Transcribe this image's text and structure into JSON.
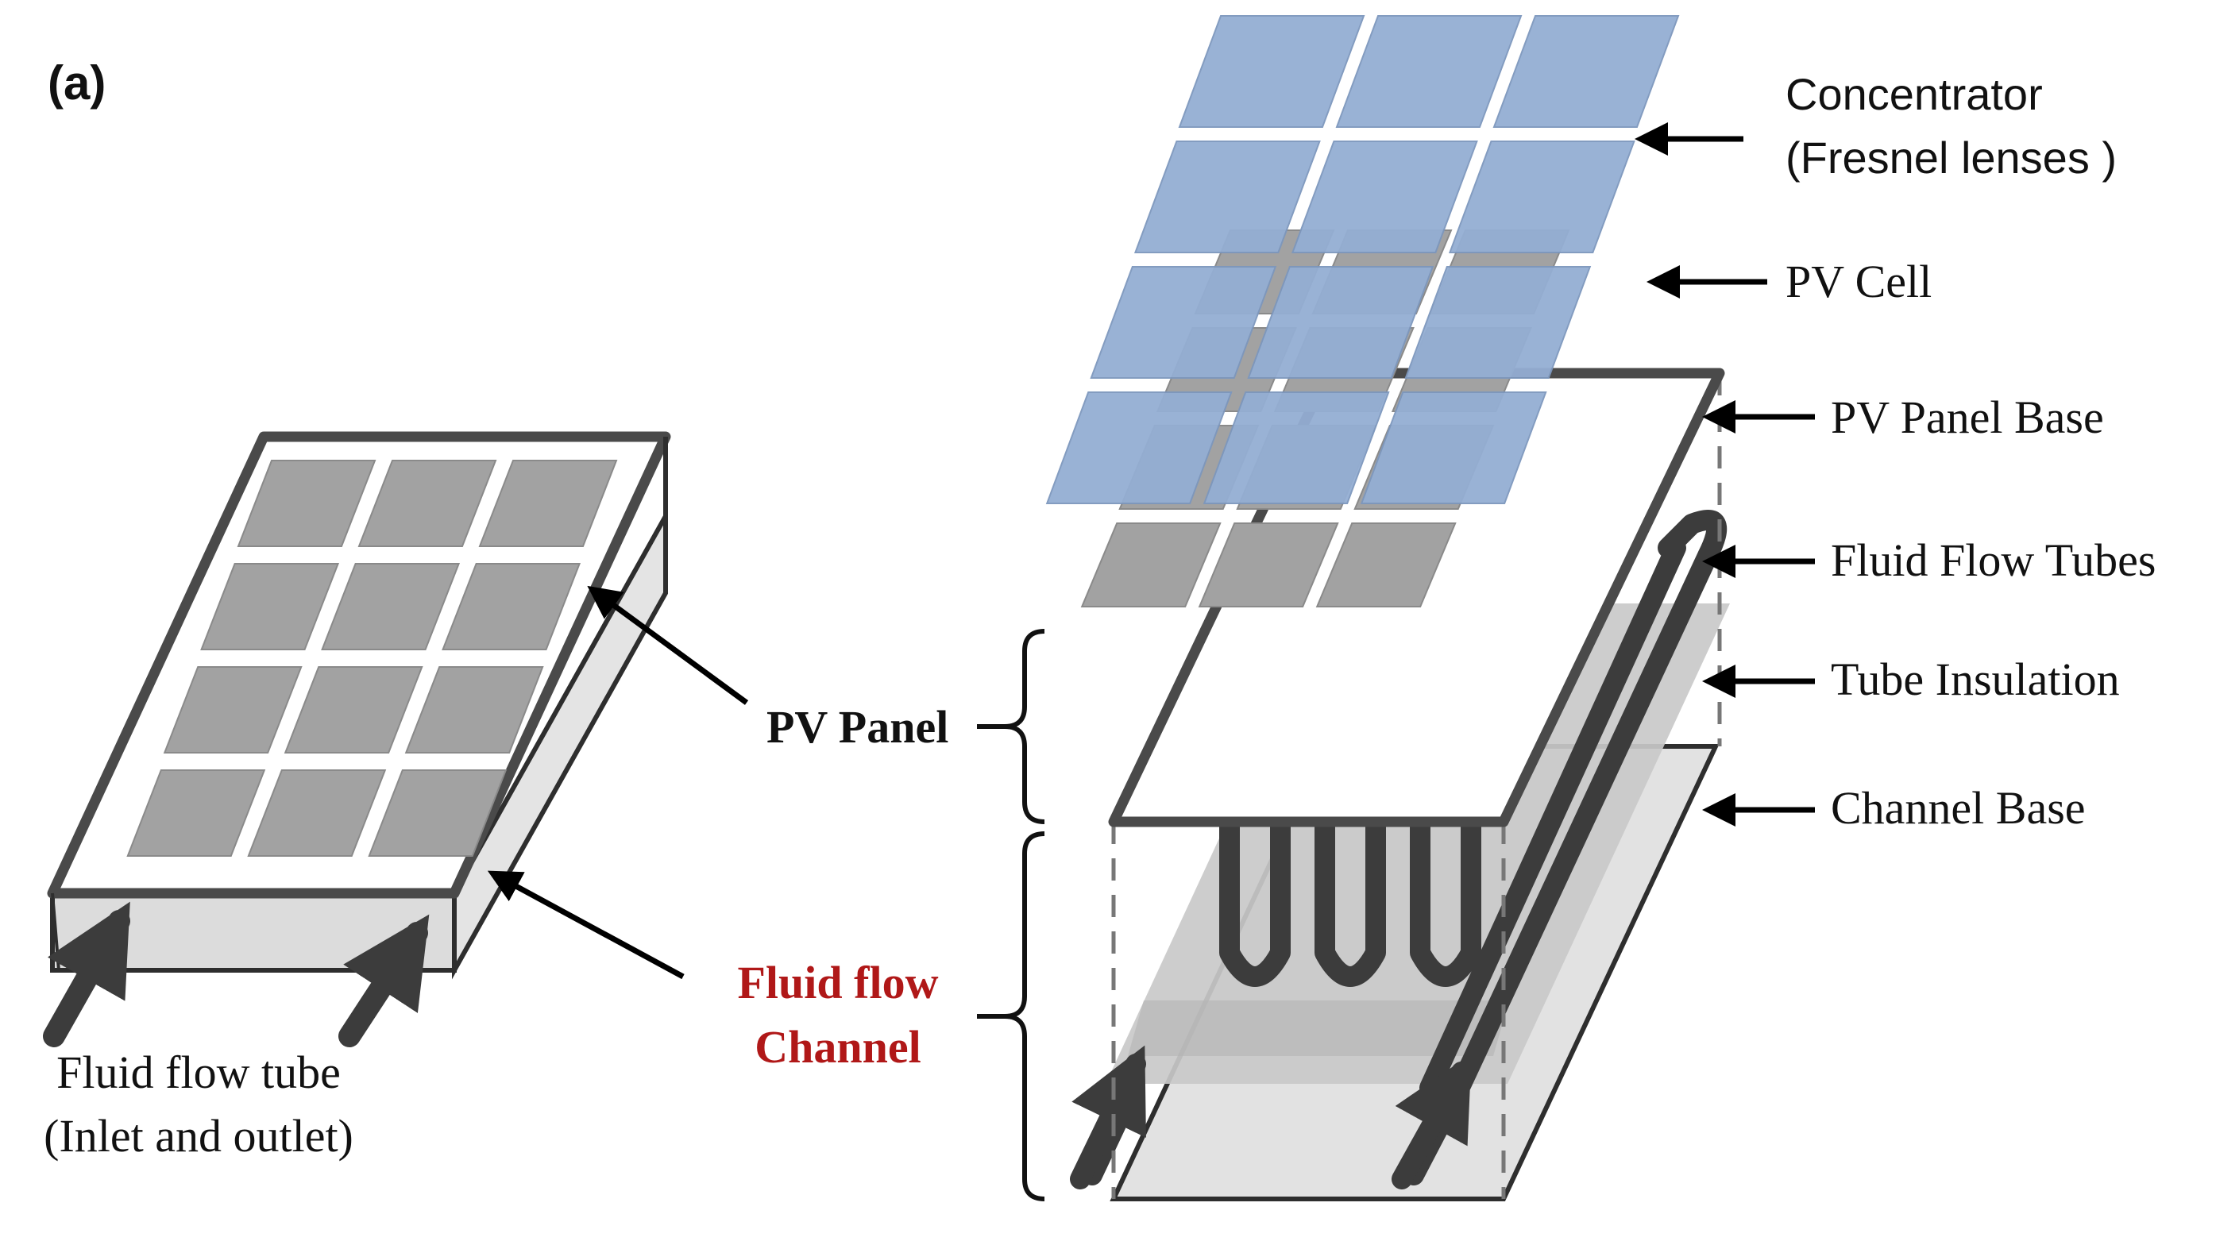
{
  "figure_label": "(a)",
  "left_diagram": {
    "pv_panel_label": "PV Panel",
    "channel_label_line1": "Fluid flow",
    "channel_label_line2": "Channel",
    "tube_label_line1": "Fluid flow tube",
    "tube_label_line2": "(Inlet and outlet)"
  },
  "right_diagram": {
    "concentrator_line1": "Concentrator",
    "concentrator_line2": "(Fresnel lenses )",
    "pv_cell": "PV Cell",
    "pv_panel_base": "PV Panel Base",
    "fluid_flow_tubes": "Fluid Flow Tubes",
    "tube_insulation": "Tube Insulation",
    "channel_base": "Channel Base"
  },
  "colors": {
    "lens_fill": "#94aed3",
    "cell_fill": "#a2a2a2",
    "frame_stroke": "#4a4a4a",
    "insulation_fill": "#c8c8c8",
    "channel_fill": "#e2e2e2",
    "red_label": "#b01818"
  }
}
